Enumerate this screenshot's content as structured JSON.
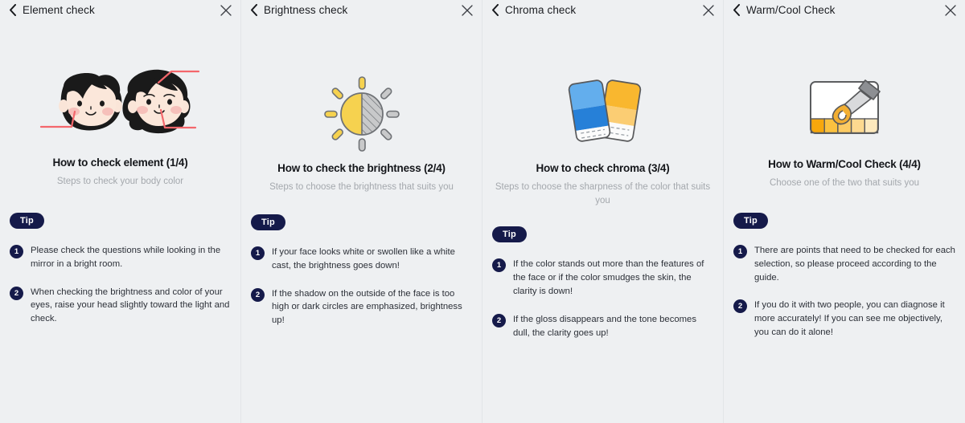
{
  "background_color": "#eef0f2",
  "accent_navy": "#151a4a",
  "panels": [
    {
      "header": {
        "title": "Element check",
        "back_icon": "chevron-left-icon",
        "close_icon": "close-icon"
      },
      "illustration": "two-faces-icon",
      "card_title": "How to check element (1/4)",
      "card_subtitle": "Steps to check your body color",
      "tip_label": "Tip",
      "steps": [
        {
          "num": "1",
          "text": "Please check the questions while looking in the mirror in a bright room."
        },
        {
          "num": "2",
          "text": "When checking the brightness and color of your eyes, raise your head slightly toward the light and check."
        }
      ]
    },
    {
      "header": {
        "title": "Brightness check",
        "back_icon": "chevron-left-icon",
        "close_icon": "close-icon"
      },
      "illustration": "sun-half-shaded-icon",
      "card_title": "How to check the brightness (2/4)",
      "card_subtitle": "Steps to choose the brightness that suits you",
      "tip_label": "Tip",
      "steps": [
        {
          "num": "1",
          "text": "If your face looks white or swollen like a white cast, the brightness goes down!"
        },
        {
          "num": "2",
          "text": "If the shadow on the outside of the face is too high or dark circles are emphasized, brightness up!"
        }
      ]
    },
    {
      "header": {
        "title": "Chroma check",
        "back_icon": "chevron-left-icon",
        "close_icon": "close-icon"
      },
      "illustration": "color-swatch-cards-icon",
      "card_title": "How to check chroma (3/4)",
      "card_subtitle": "Steps to choose the sharpness of the color that suits you",
      "tip_label": "Tip",
      "steps": [
        {
          "num": "1",
          "text": "If the color stands out more than the features of the face or if the color smudges the skin, the clarity is down!"
        },
        {
          "num": "2",
          "text": "If the gloss disappears and the tone becomes dull, the clarity goes up!"
        }
      ]
    },
    {
      "header": {
        "title": "Warm/Cool Check",
        "back_icon": "chevron-left-icon",
        "close_icon": "close-icon"
      },
      "illustration": "eyedropper-palette-icon",
      "card_title": "How to Warm/Cool Check (4/4)",
      "card_subtitle": "Choose one of the two that suits you",
      "tip_label": "Tip",
      "steps": [
        {
          "num": "1",
          "text": "There are points that need to be checked for each selection, so please proceed according to the guide."
        },
        {
          "num": "2",
          "text": "If you do it with two people, you can diagnose it more accurately! If you can see me objectively, you can do it alone!"
        }
      ]
    }
  ]
}
